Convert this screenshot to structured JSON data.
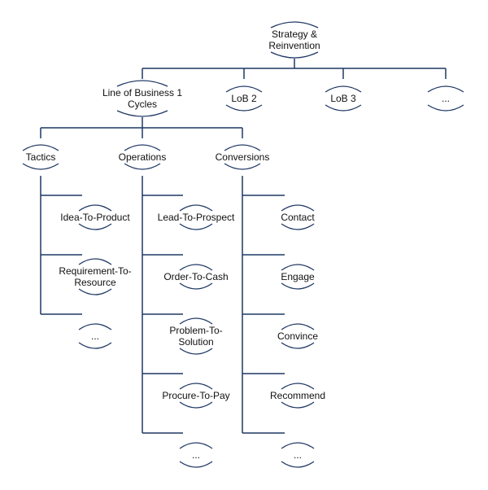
{
  "colors": {
    "line": "#1f3864",
    "text": "#111111",
    "background": "#ffffff"
  },
  "root": {
    "lines": [
      "Strategy &",
      "Reinvention"
    ]
  },
  "level1": [
    {
      "lines": [
        "Line of Business 1",
        "Cycles"
      ]
    },
    {
      "lines": [
        "LoB 2"
      ]
    },
    {
      "lines": [
        "LoB 3"
      ]
    },
    {
      "lines": [
        "..."
      ]
    }
  ],
  "columns": [
    {
      "header": "Tactics",
      "items": [
        {
          "lines": [
            "Idea-To-Product"
          ]
        },
        {
          "lines": [
            "Requirement-To-",
            "Resource"
          ]
        },
        {
          "lines": [
            "..."
          ]
        }
      ]
    },
    {
      "header": "Operations",
      "items": [
        {
          "lines": [
            "Lead-To-Prospect"
          ]
        },
        {
          "lines": [
            "Order-To-Cash"
          ]
        },
        {
          "lines": [
            "Problem-To-",
            "Solution"
          ]
        },
        {
          "lines": [
            "Procure-To-Pay"
          ]
        },
        {
          "lines": [
            "..."
          ]
        }
      ]
    },
    {
      "header": "Conversions",
      "items": [
        {
          "lines": [
            "Contact"
          ]
        },
        {
          "lines": [
            "Engage"
          ]
        },
        {
          "lines": [
            "Convince"
          ]
        },
        {
          "lines": [
            "Recommend"
          ]
        },
        {
          "lines": [
            "..."
          ]
        }
      ]
    }
  ]
}
